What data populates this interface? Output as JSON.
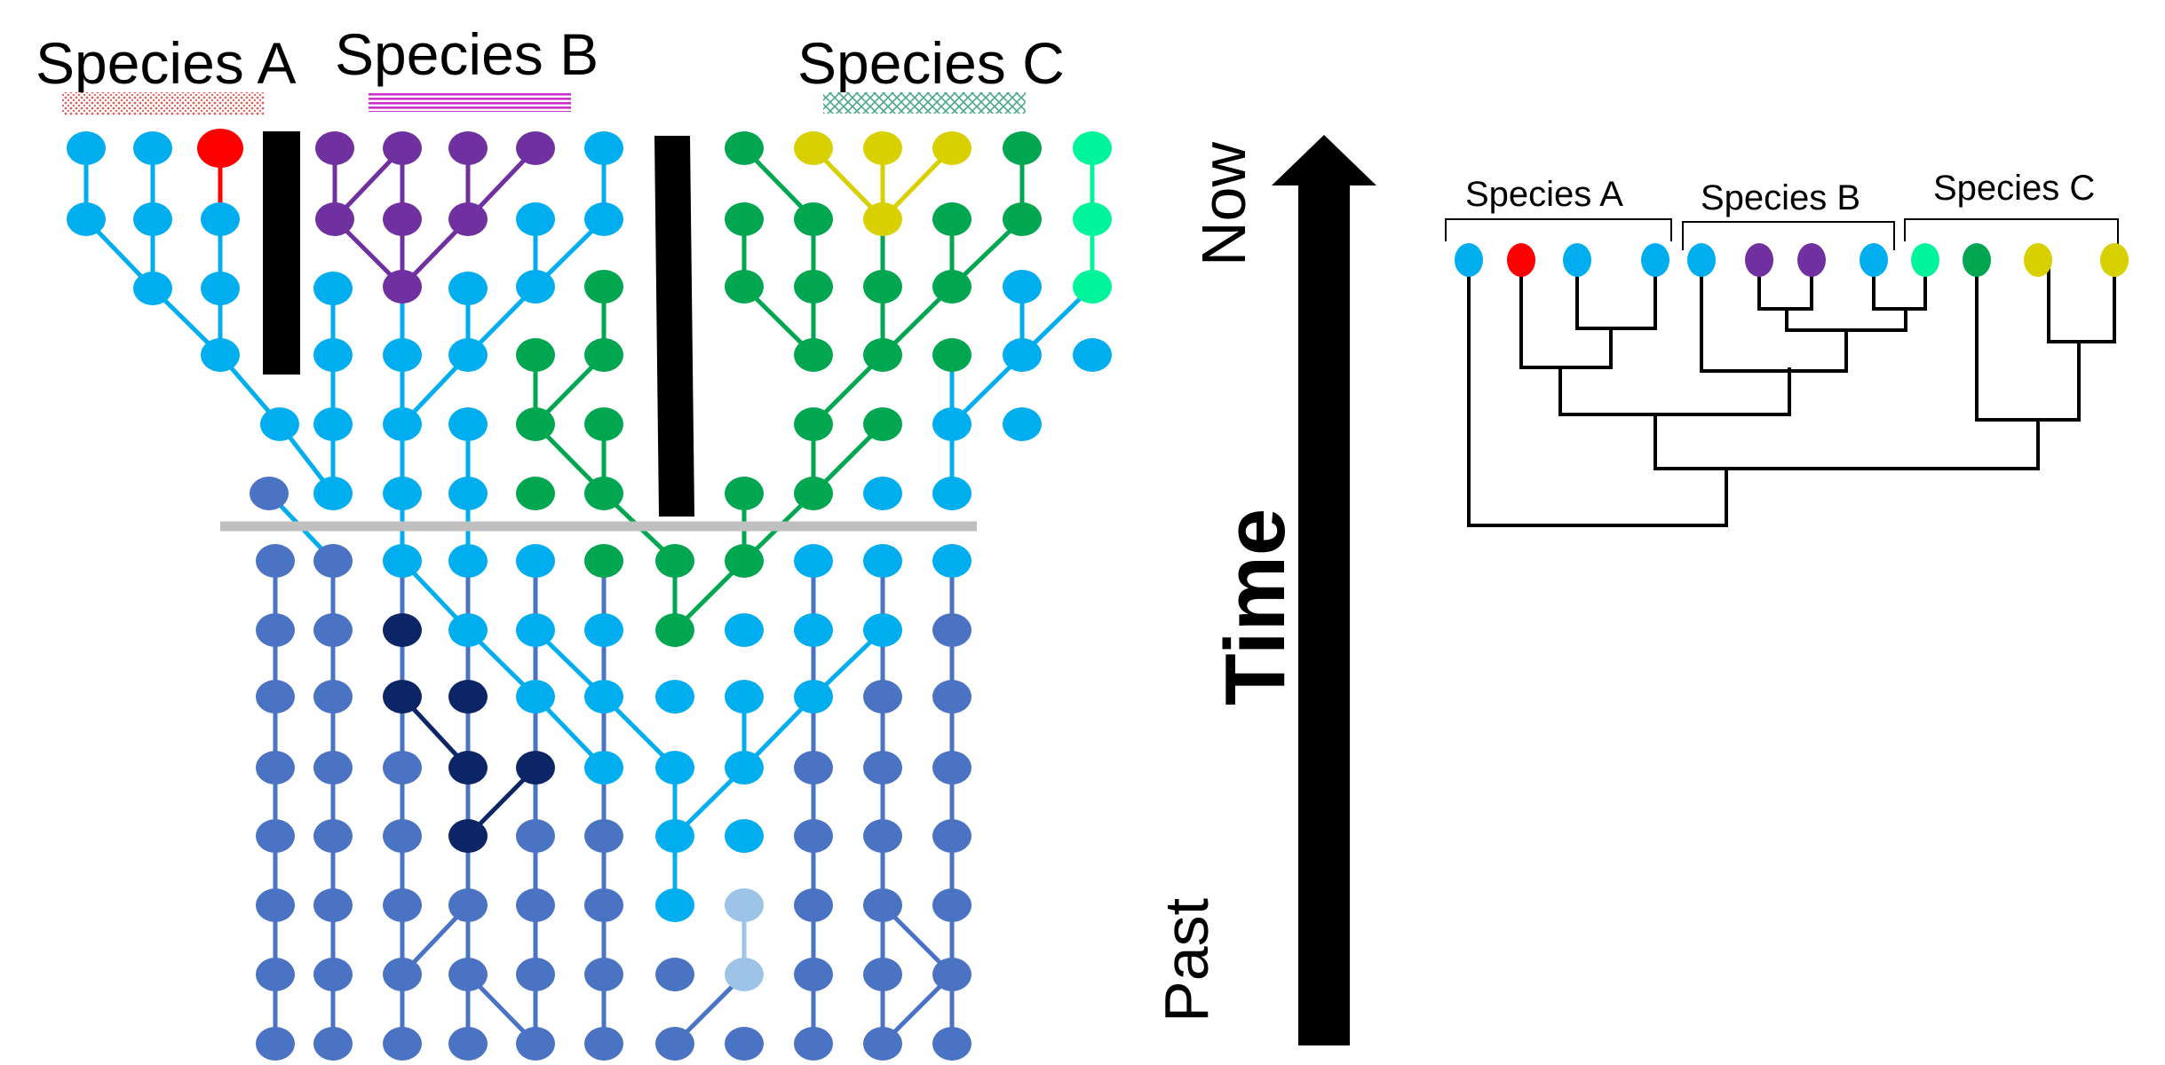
{
  "labels": {
    "species_a": "Species A",
    "species_b": "Species B",
    "species_c": "Species C"
  },
  "axis": {
    "now": "Now",
    "time": "Time",
    "past": "Past"
  },
  "colors": {
    "blue": "#00aeef",
    "dark_blue": "#4a73c4",
    "navy": "#0b2566",
    "pale_blue": "#9dc3e6",
    "green": "#00a650",
    "mint": "#00f59a",
    "yellow": "#d8d000",
    "purple": "#7030a0",
    "red": "#ff0000",
    "barrier": "#000000",
    "divider": "#bfbfbf",
    "magenta_pattern": "#cc33cc",
    "red_pattern": "#e06060",
    "green_pattern": "#4aa88a"
  },
  "tree_tips": [
    "blue",
    "red",
    "blue",
    "blue",
    "blue",
    "purple",
    "purple",
    "blue",
    "mint",
    "green",
    "yellow",
    "yellow"
  ]
}
